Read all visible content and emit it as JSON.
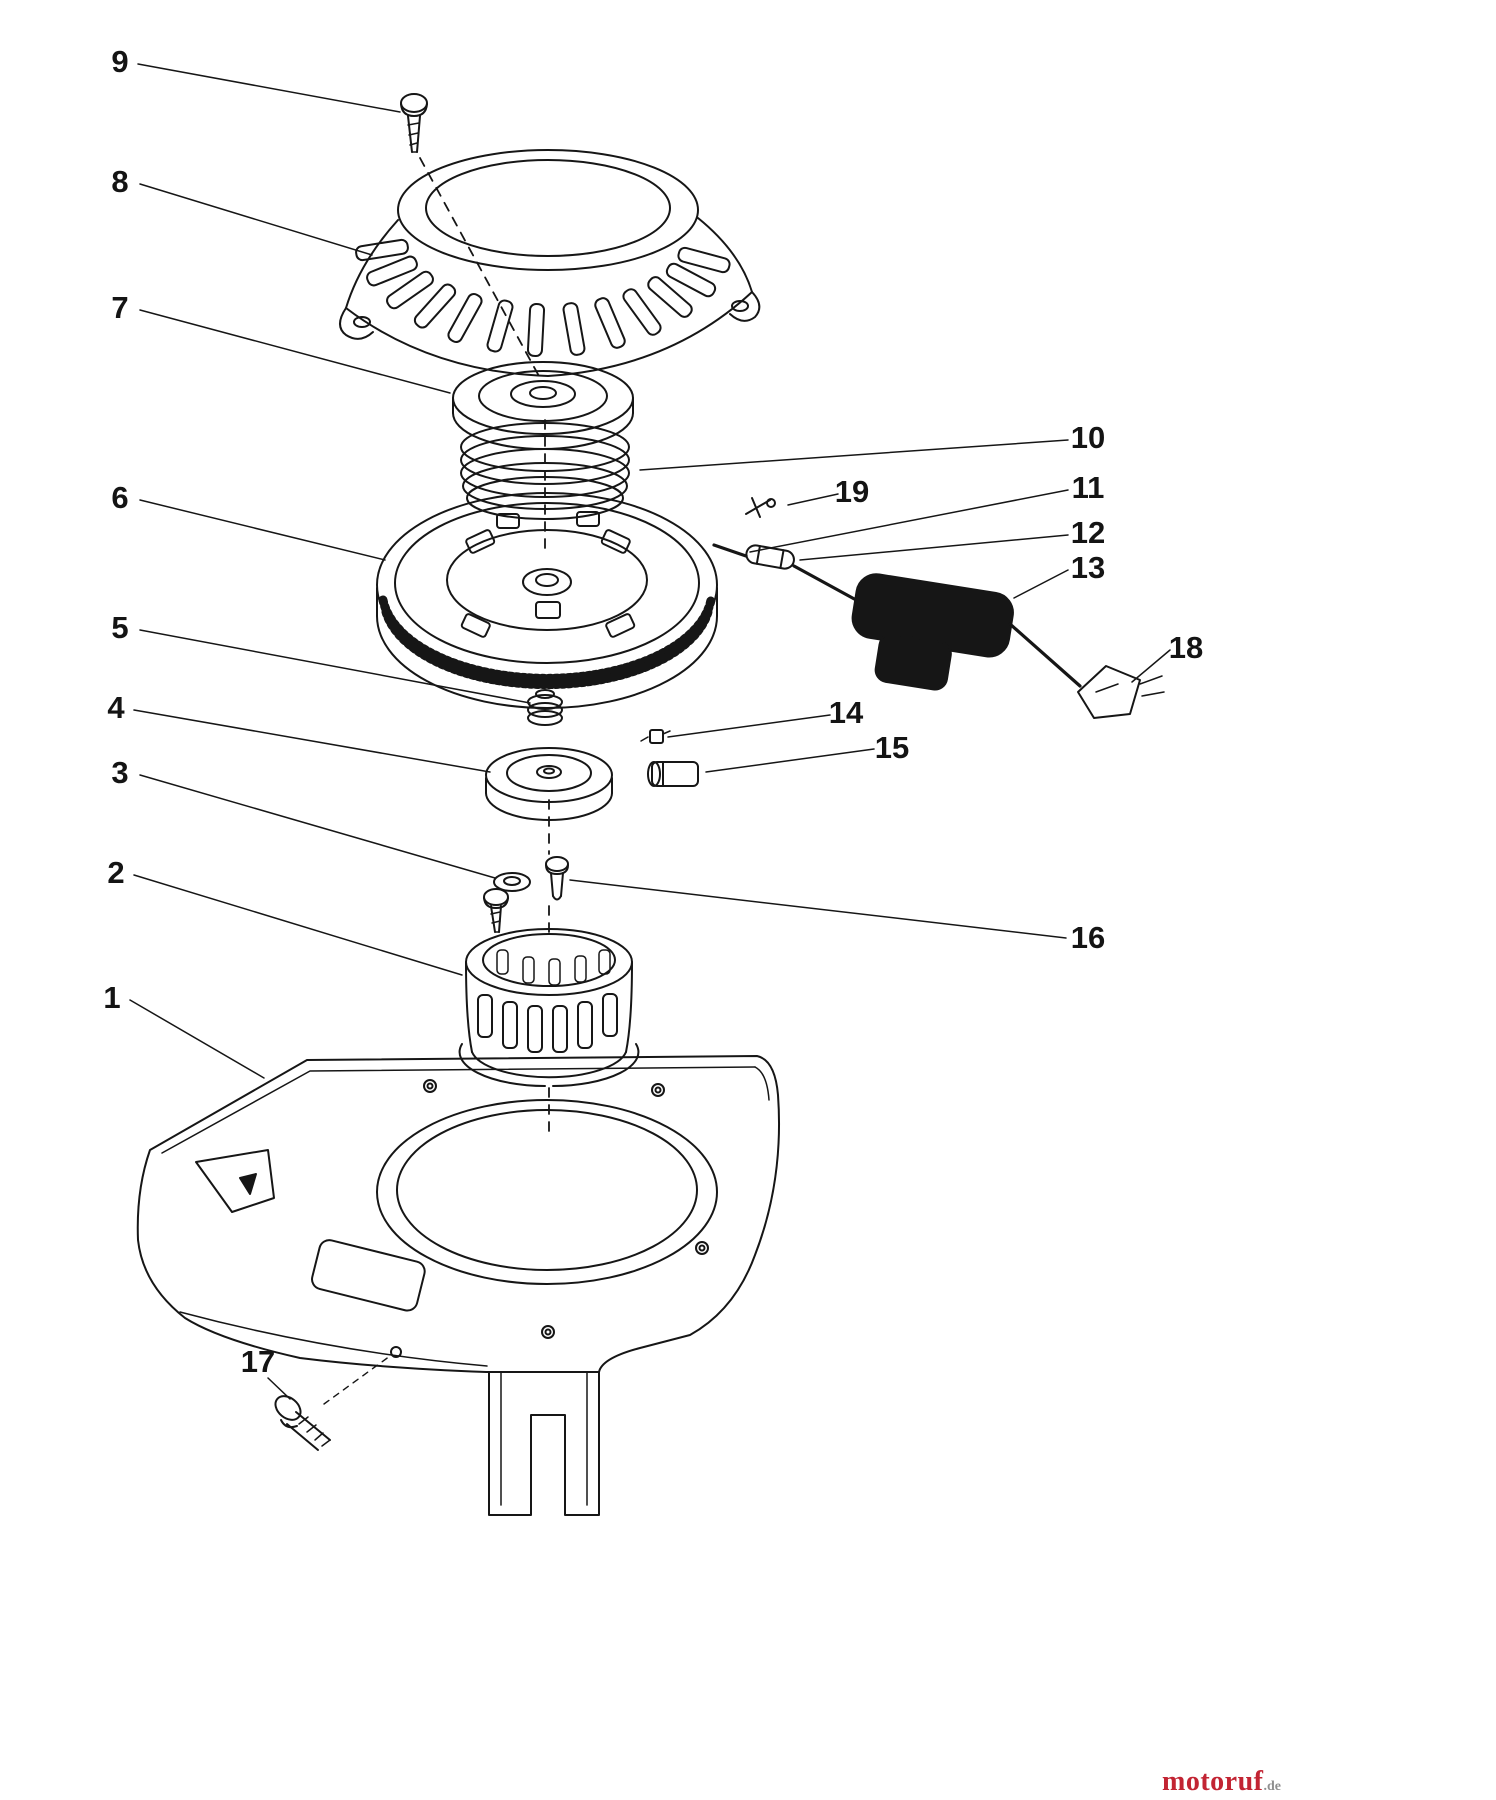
{
  "page": {
    "background": "#ffffff",
    "line_color": "#161616"
  },
  "diagram": {
    "description": "Exploded parts diagram of a recoil starter and blower housing assembly",
    "callouts": [
      {
        "label": "1"
      },
      {
        "label": "2"
      },
      {
        "label": "3"
      },
      {
        "label": "4"
      },
      {
        "label": "5"
      },
      {
        "label": "6"
      },
      {
        "label": "7"
      },
      {
        "label": "8"
      },
      {
        "label": "9"
      },
      {
        "label": "10"
      },
      {
        "label": "11"
      },
      {
        "label": "12"
      },
      {
        "label": "13"
      },
      {
        "label": "14"
      },
      {
        "label": "15"
      },
      {
        "label": "16"
      },
      {
        "label": "17"
      },
      {
        "label": "18"
      },
      {
        "label": "19"
      }
    ]
  },
  "watermark": {
    "brand": "motoruf",
    "tld": ".de",
    "brand_color": "#c22433",
    "tld_color": "#8f8f8f"
  }
}
